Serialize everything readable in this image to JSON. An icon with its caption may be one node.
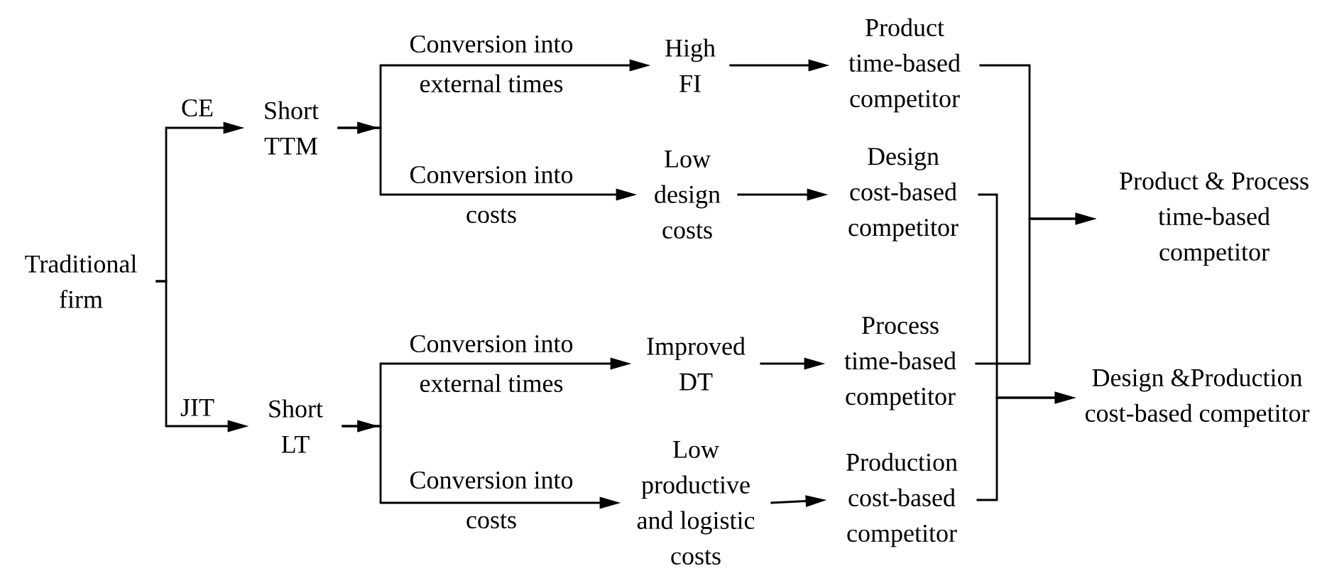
{
  "diagram": {
    "nodes": [
      {
        "text": [
          "Traditional firm"
        ]
      },
      {
        "text": [
          "Short TTM"
        ]
      },
      {
        "text": [
          "Short LT"
        ]
      },
      {
        "text": [
          "High FI"
        ]
      },
      {
        "text": [
          "Low design costs"
        ]
      },
      {
        "text": [
          "Improved DT"
        ]
      },
      {
        "text": [
          "Low productive and logistic costs"
        ]
      },
      {
        "text": [
          "Product time-based competitor"
        ]
      },
      {
        "text": [
          "Design cost-based competitor"
        ]
      },
      {
        "text": [
          "Process time-based competitor"
        ]
      },
      {
        "text": [
          "Production cost-based competitor"
        ]
      },
      {
        "text": [
          "Product & Process time-based competitor"
        ]
      },
      {
        "text": [
          "Design &Production cost-based competitor"
        ]
      }
    ],
    "edges": [
      {
        "from": 0,
        "to": 1,
        "arrow": "to",
        "label": "CE"
      },
      {
        "from": 0,
        "to": 2,
        "arrow": "to",
        "label": "JIT"
      },
      {
        "from": 1,
        "to": 3,
        "arrow": "to",
        "label": "Conversion into external times"
      },
      {
        "from": 1,
        "to": 4,
        "arrow": "to",
        "label": "Conversion into costs"
      },
      {
        "from": 2,
        "to": 5,
        "arrow": "to",
        "label": "Conversion into external times"
      },
      {
        "from": 2,
        "to": 6,
        "arrow": "to",
        "label": "Conversion into costs"
      },
      {
        "from": 3,
        "to": 7,
        "arrow": "to"
      },
      {
        "from": 4,
        "to": 8,
        "arrow": "to"
      },
      {
        "from": 5,
        "to": 9,
        "arrow": "to"
      },
      {
        "from": 6,
        "to": 10,
        "arrow": "to"
      },
      {
        "from": 7,
        "to": 11,
        "arrow": "to"
      },
      {
        "from": 9,
        "to": 11,
        "arrow": "to"
      },
      {
        "from": 8,
        "to": 12,
        "arrow": "to"
      },
      {
        "from": 10,
        "to": 12,
        "arrow": "to"
      }
    ]
  }
}
